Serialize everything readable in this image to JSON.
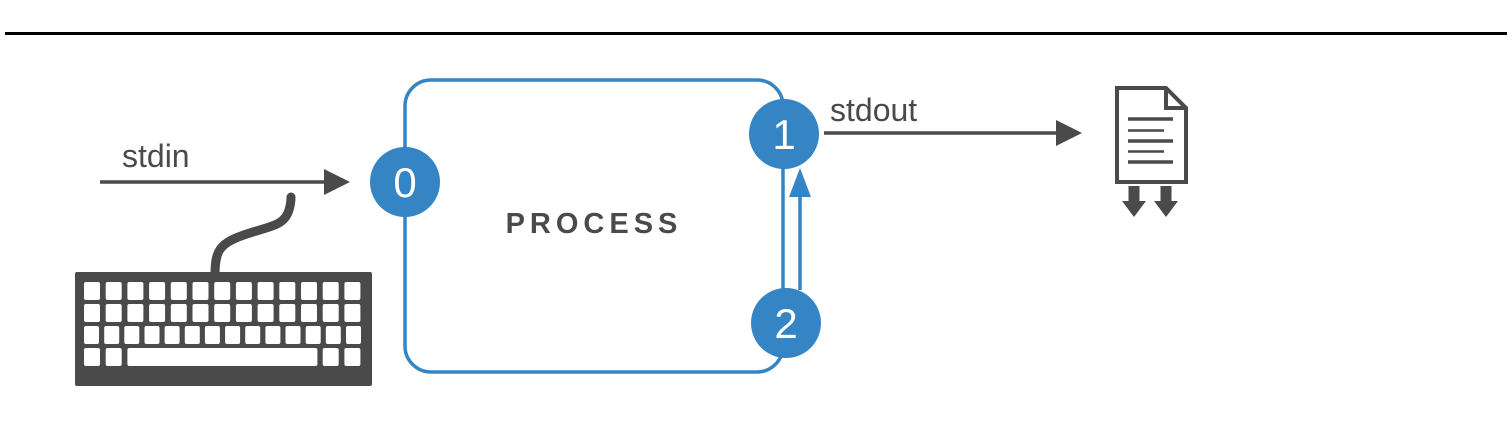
{
  "diagram": {
    "labels": {
      "stdin": "stdin",
      "stdout": "stdout",
      "process": "PROCESS"
    },
    "fd_badges": [
      "0",
      "1",
      "2"
    ],
    "colors": {
      "accent_blue": "#3585c5",
      "dark_gray": "#4a4a4a",
      "rule_black": "#000000",
      "white": "#ffffff"
    },
    "icons": {
      "keyboard": "keyboard-icon",
      "document": "document-icon",
      "download_arrows": "download-arrows-icon"
    }
  }
}
